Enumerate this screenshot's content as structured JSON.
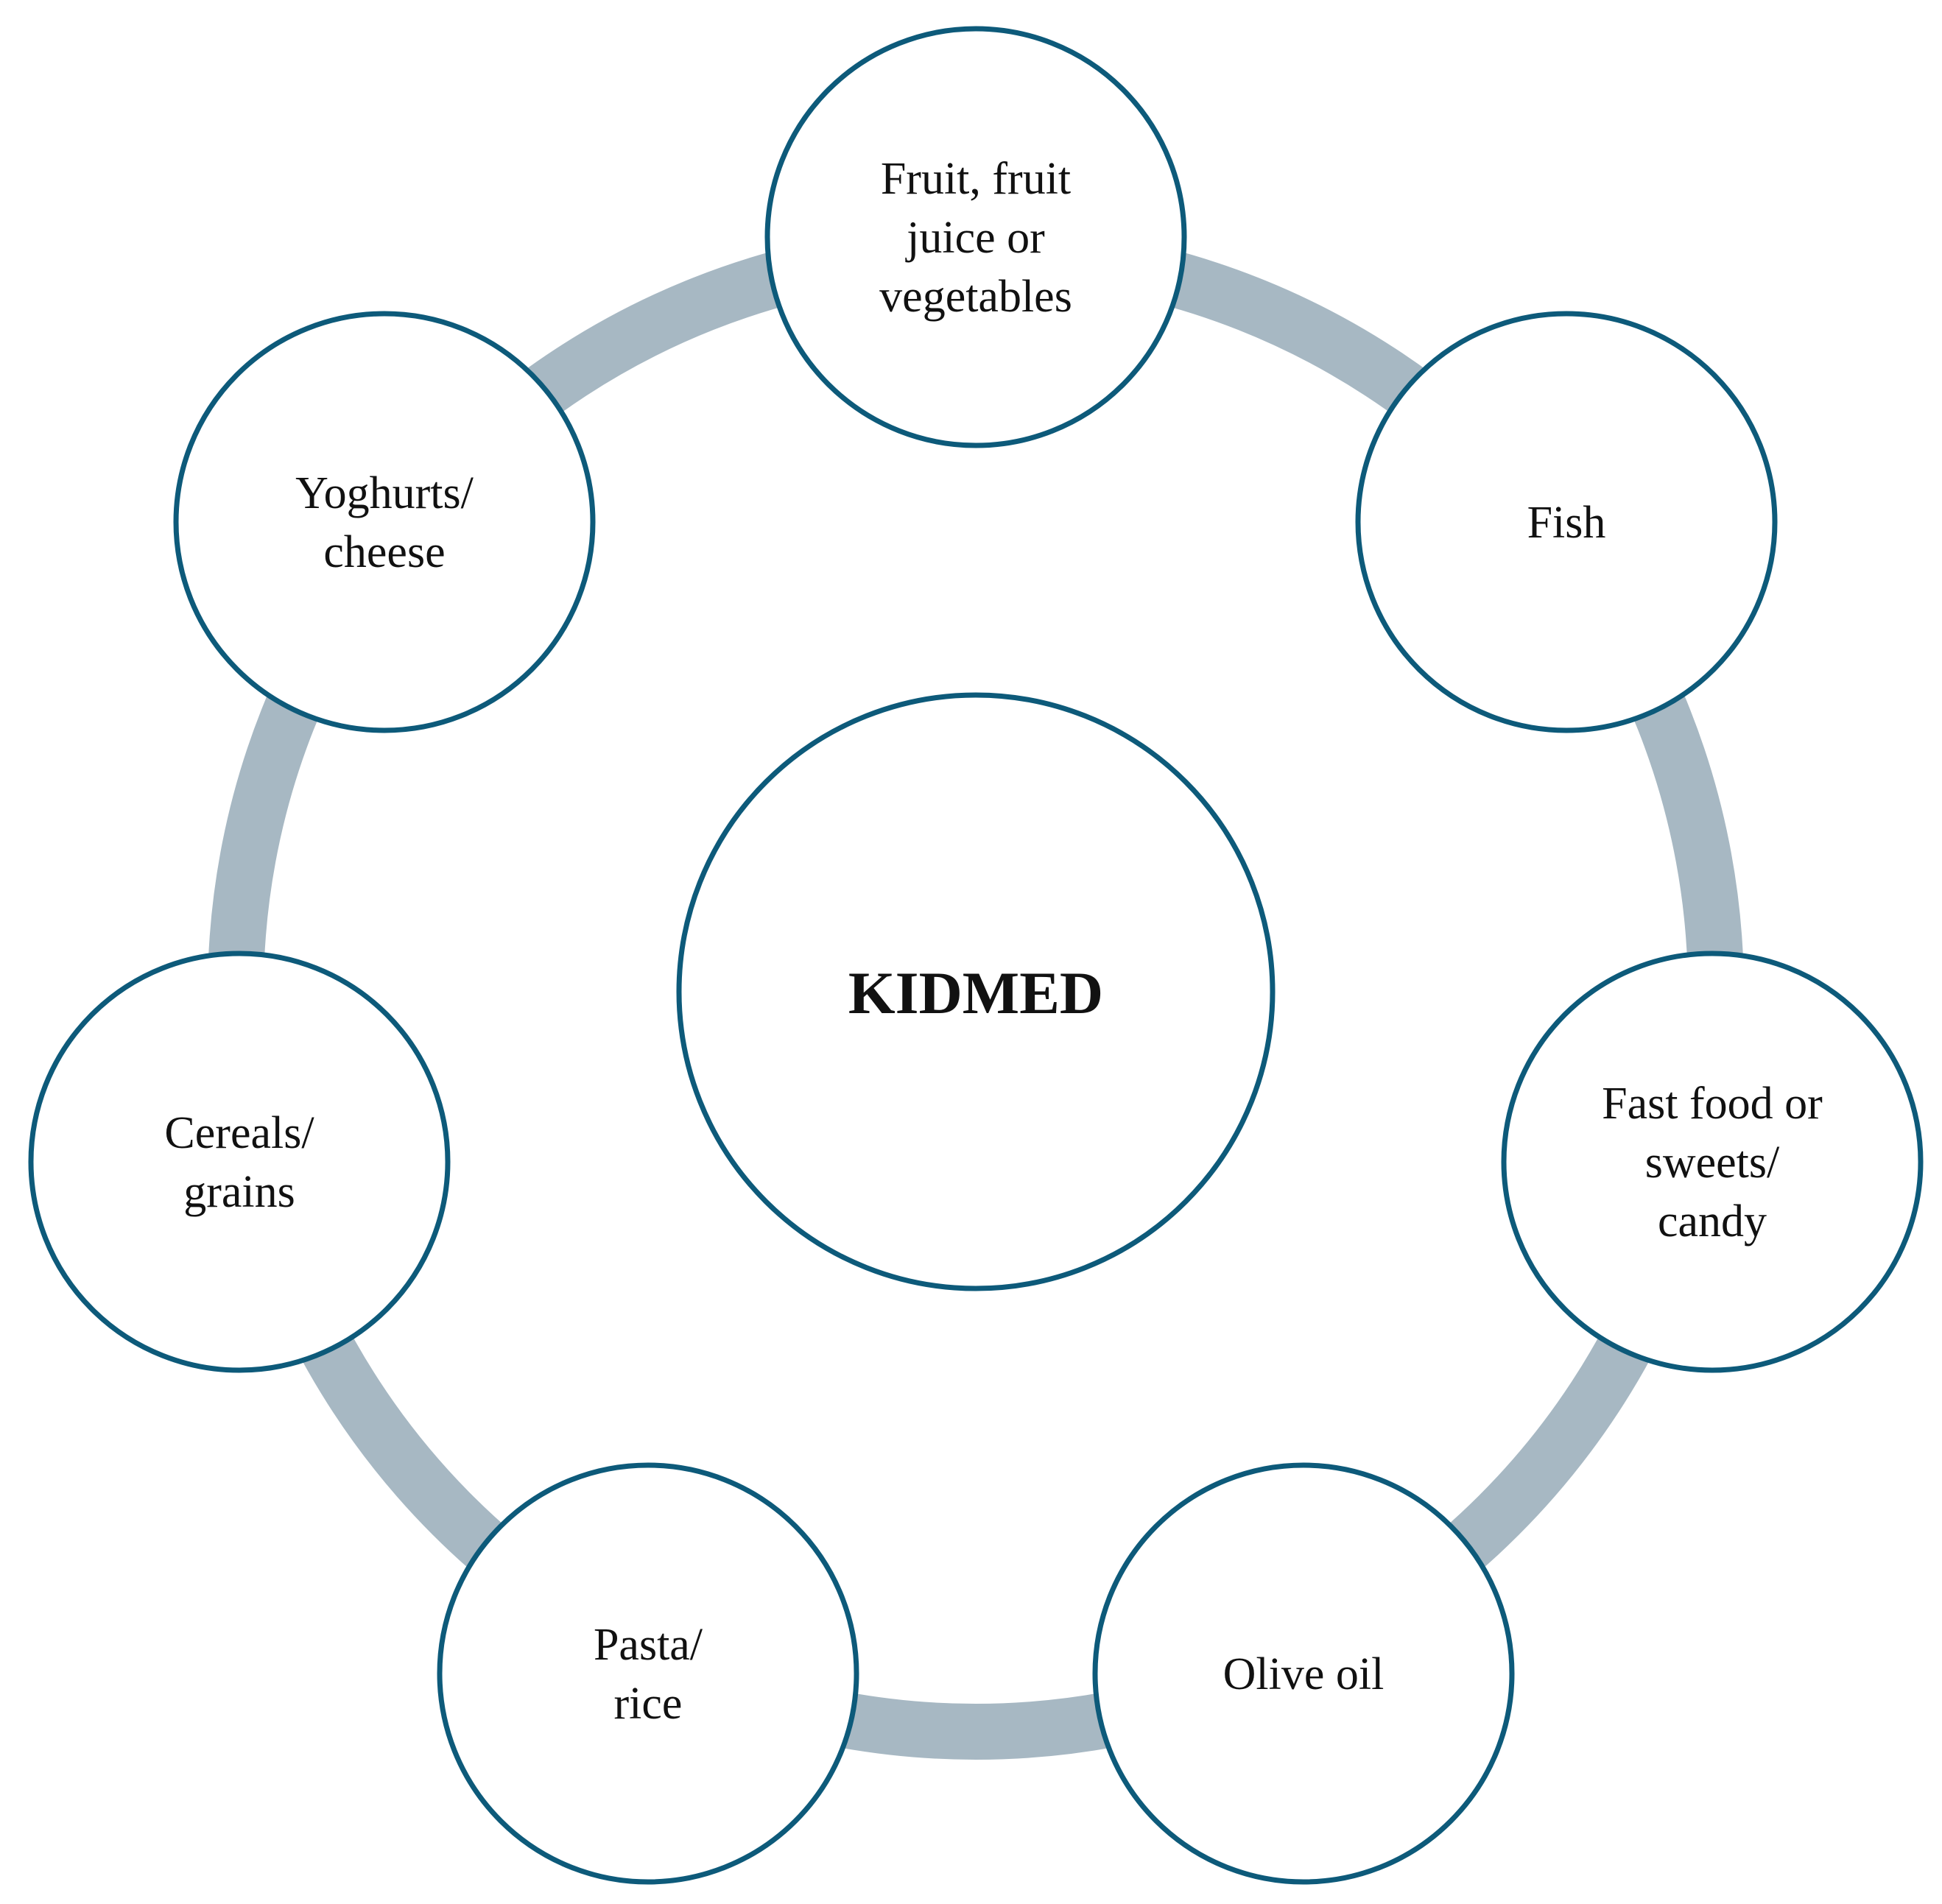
{
  "colors": {
    "node_stroke": "#0d5a7a",
    "ring": "#a7b8c3",
    "node_fill": "#ffffff",
    "text": "#111111"
  },
  "center": {
    "label": "KIDMED"
  },
  "nodes": [
    {
      "id": "fruit",
      "lines": [
        "Fruit, fruit",
        "juice or",
        "vegetables"
      ]
    },
    {
      "id": "fish",
      "lines": [
        "Fish"
      ]
    },
    {
      "id": "fast-food",
      "lines": [
        "Fast food or",
        "sweets/",
        "candy"
      ]
    },
    {
      "id": "olive-oil",
      "lines": [
        "Olive oil"
      ]
    },
    {
      "id": "pasta",
      "lines": [
        "Pasta/",
        "rice"
      ]
    },
    {
      "id": "cereals",
      "lines": [
        "Cereals/",
        "grains"
      ]
    },
    {
      "id": "yoghurts",
      "lines": [
        "Yoghurts/",
        "cheese"
      ]
    }
  ]
}
